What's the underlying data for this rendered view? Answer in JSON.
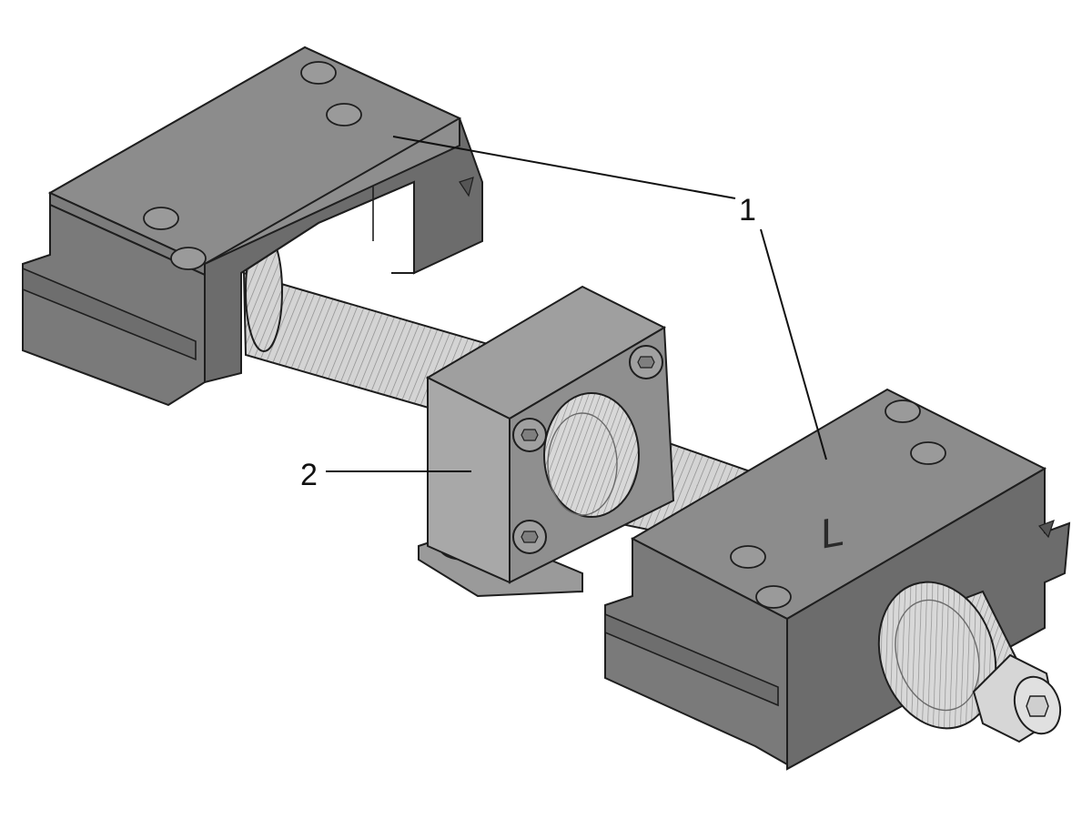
{
  "callouts": [
    {
      "id": "1",
      "label": "1"
    },
    {
      "id": "2",
      "label": "2"
    }
  ],
  "part_marking": "L",
  "colors": {
    "block_top": "#8c8c8c",
    "block_front": "#7a7a7a",
    "block_side": "#6a6a6a",
    "thread": "#d2d2d2",
    "thread_line": "#8a8a8a",
    "nut_front": "#a7a7a7",
    "nut_side": "#888888",
    "outline": "#1e1e1e",
    "leader": "#111111"
  }
}
